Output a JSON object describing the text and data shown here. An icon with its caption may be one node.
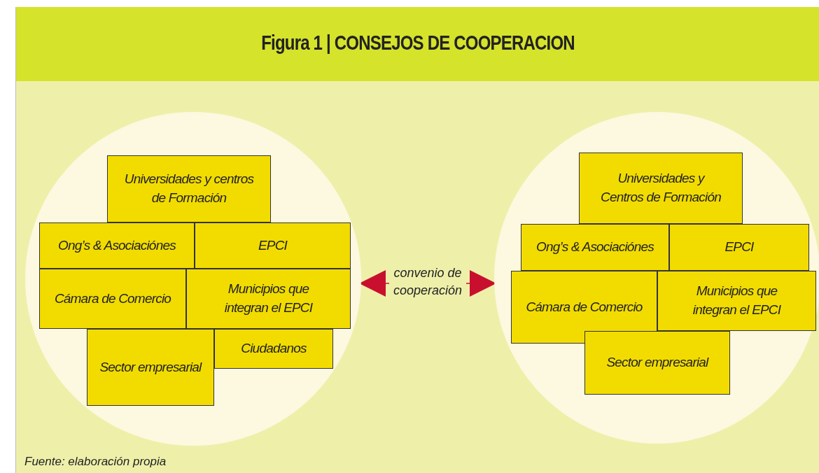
{
  "diagram": {
    "title": "Figura 1 | CONSEJOS DE COOPERACION",
    "caption": "Fuente: elaboración propia",
    "nodes": [
      {
        "text": [],
        "shape": "circle"
      },
      {
        "text": [
          "Universidades y centros de Formación"
        ],
        "in": 0
      },
      {
        "text": [
          "Ong’s & Asociaciónes"
        ],
        "in": 0
      },
      {
        "text": [
          "EPCI"
        ],
        "in": 0
      },
      {
        "text": [
          "Cámara de Comercio"
        ],
        "in": 0
      },
      {
        "text": [
          "Municipios que integran el EPCI"
        ],
        "in": 0
      },
      {
        "text": [
          "Sector empresarial"
        ],
        "in": 0
      },
      {
        "text": [
          "Ciudadanos"
        ],
        "in": 0
      },
      {
        "text": [],
        "shape": "circle"
      },
      {
        "text": [
          "Universidades y Centros de Formación"
        ],
        "in": 8
      },
      {
        "text": [
          "Ong’s & Asociaciónes"
        ],
        "in": 8
      },
      {
        "text": [
          "EPCI"
        ],
        "in": 8
      },
      {
        "text": [
          "Cámara de Comercio"
        ],
        "in": 8
      },
      {
        "text": [
          "Municipios que integran el EPCI"
        ],
        "in": 8
      },
      {
        "text": [
          "Sector empresarial"
        ],
        "in": 8
      }
    ],
    "edges": [
      {
        "from": 0,
        "to": 8,
        "arrow": "both",
        "label": "convenio de cooperación"
      }
    ]
  }
}
